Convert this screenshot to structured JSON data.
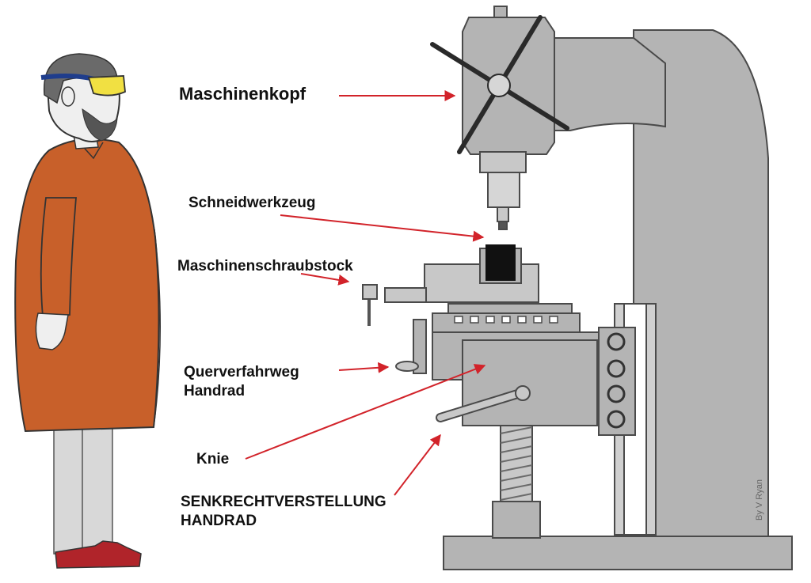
{
  "diagram": {
    "labels": {
      "head": "Maschinenkopf",
      "cutter": "Schneidwerkzeug",
      "vise": "Maschinenschraubstock",
      "cross_handwheel_line1": "Querverfahrweg",
      "cross_handwheel_line2": "Handrad",
      "knee": "Knie",
      "vertical_handwheel_line1": "SENKRECHTVERSTELLUNG",
      "vertical_handwheel_line2": "HANDRAD"
    },
    "credit": "By V Ryan"
  },
  "colors": {
    "machine_gray": "#b4b4b4",
    "arrow_red": "#d2232a",
    "coat_orange": "#c8602a",
    "goggles_yellow": "#f1e042",
    "headband_blue": "#1f3d8c"
  }
}
